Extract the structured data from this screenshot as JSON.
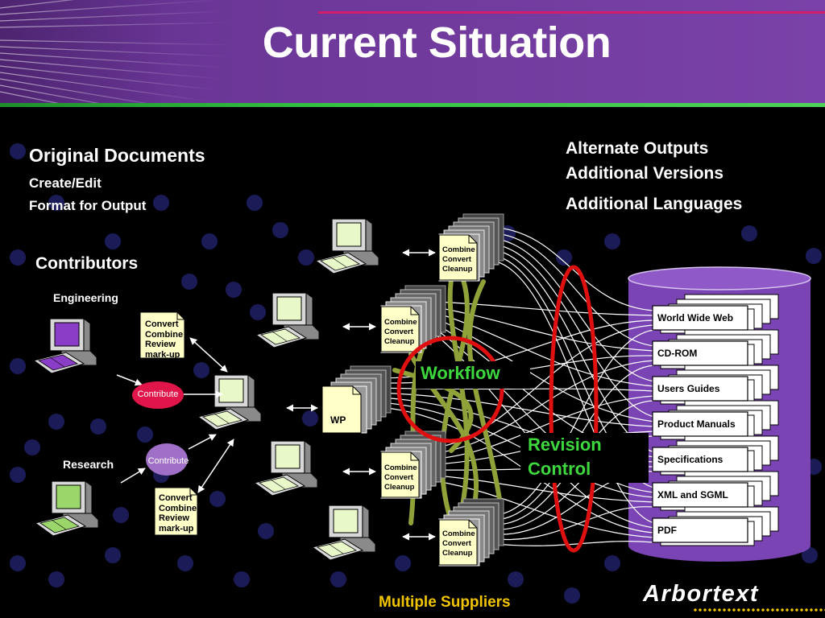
{
  "slide": {
    "title": "Current Situation"
  },
  "left_text": {
    "heading": "Original Documents",
    "line1": "Create/Edit",
    "line2": "Format for Output",
    "contributors": "Contributors",
    "engineering": "Engineering",
    "research": "Research"
  },
  "notes": {
    "top": [
      "Convert",
      "Combine",
      "Review",
      "mark-up"
    ],
    "bottom": [
      "Convert",
      "Combine",
      "Review",
      "mark-up"
    ]
  },
  "contribute": {
    "red": "Contribute",
    "purple": "Contribute"
  },
  "center": {
    "wp": "WP",
    "stack_labels": [
      "Combine",
      "Convert",
      "Cleanup"
    ]
  },
  "right_text": {
    "alt_outputs": "Alternate Outputs",
    "add_versions": "Additional Versions",
    "add_languages": "Additional Languages"
  },
  "overlays": {
    "workflow": "Workflow",
    "revision_line1": "Revision",
    "revision_line2": "Control"
  },
  "outputs": [
    "World Wide Web",
    "CD-ROM",
    "Users Guides",
    "Product Manuals",
    "Specifications",
    "XML and SGML",
    "PDF"
  ],
  "footer": {
    "suppliers": "Multiple Suppliers",
    "logo": "Arbortext"
  },
  "colors": {
    "header_purple": "#7a42a8",
    "accent_red": "#d21d6a",
    "accent_green": "#35c244",
    "workflow_green": "#3dd83d",
    "suppliers_yellow": "#f2c500",
    "contribute_red": "#e0154a",
    "contribute_purple": "#a070c8",
    "cylinder_purple": "#7a44b4",
    "olive_path": "#8fa23a",
    "loop_red": "#e01010"
  }
}
